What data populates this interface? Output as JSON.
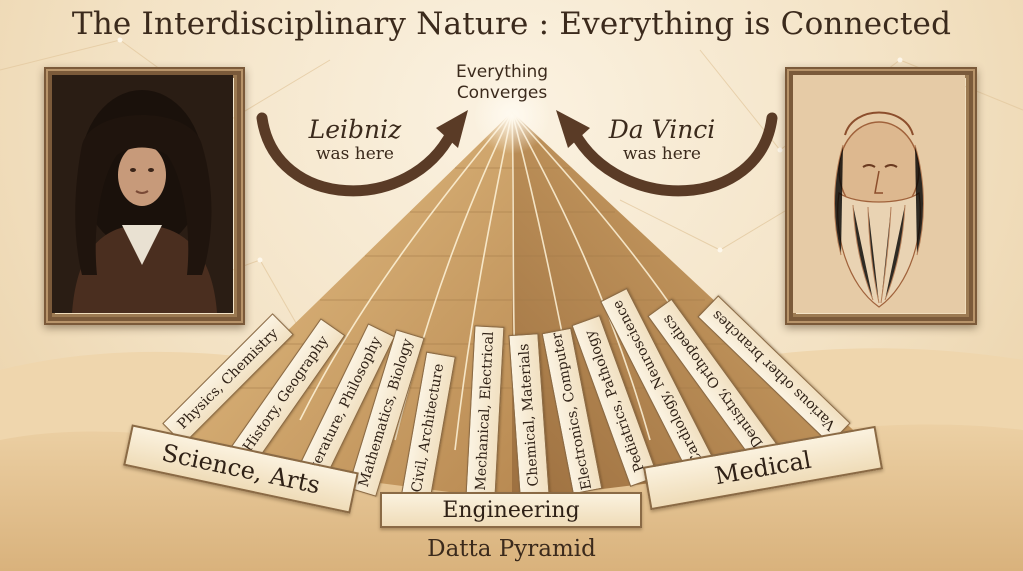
{
  "title": "The Interdisciplinary Nature : Everything is Connected",
  "apex_label": {
    "line1": "Everything",
    "line2": "Converges"
  },
  "left_note": {
    "name": "Leibniz",
    "text": "was here"
  },
  "right_note": {
    "name": "Da Vinci",
    "text": "was here"
  },
  "portraits": {
    "left": "portrait-painting",
    "right": "portrait-sketch"
  },
  "categories": [
    {
      "label": "Science, Arts",
      "branches": [
        "Physics, Chemistry",
        "History, Geography",
        "Literature, Philosophy",
        "Mathematics, Biology"
      ]
    },
    {
      "label": "Engineering",
      "branches": [
        "Civil, Architecture",
        "Mechanical, Electrical",
        "Chemical, Materials",
        "Electronics, Computer"
      ]
    },
    {
      "label": "Medical",
      "branches": [
        "Pediatrics, Pathology",
        "Cardiology, Neuroscience",
        "Dentistry, Orthopedics",
        "Various other branches"
      ]
    }
  ],
  "footer": "Datta Pyramid",
  "colors": {
    "ink": "#3b2a1c",
    "frame": "#7b5a3a",
    "parchment": "#f6e8cf",
    "pyramid": "#c99a5e"
  }
}
